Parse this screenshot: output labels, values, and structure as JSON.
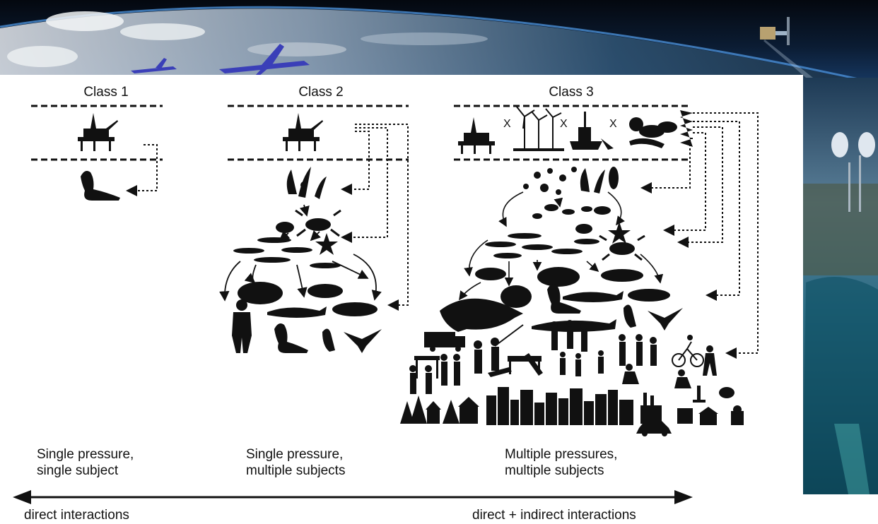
{
  "classes": [
    {
      "title": "Class 1",
      "line1": "Single pressure,",
      "line2": "single subject"
    },
    {
      "title": "Class 2",
      "line1": "Single pressure,",
      "line2": "multiple subjects"
    },
    {
      "title": "Class 3",
      "line1": "Multiple pressures,",
      "line2": "multiple subjects"
    }
  ],
  "multiplier": "X",
  "axis": {
    "left_label": "direct interactions",
    "right_label": "direct + indirect interactions"
  },
  "colors": {
    "sky": "#0b1c33",
    "ocean_edge": "#2a6fb4",
    "silhouette": "#111111",
    "panel": "#ffffff"
  }
}
